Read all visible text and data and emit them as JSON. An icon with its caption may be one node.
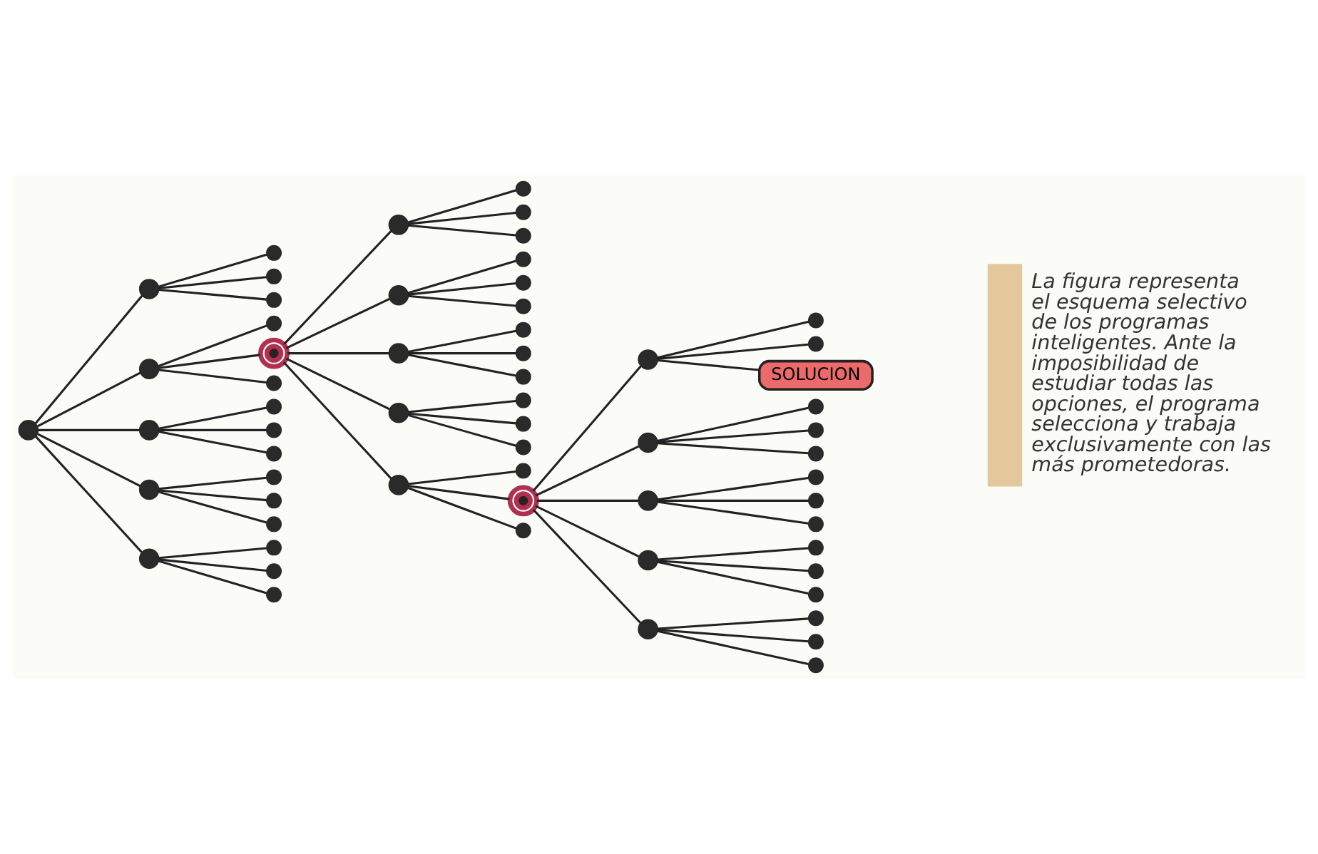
{
  "diagram": {
    "nodes": [
      {
        "text": [],
        "shape": "circle"
      },
      {
        "text": [],
        "shape": "circle"
      },
      {
        "text": [],
        "shape": "circle"
      },
      {
        "text": [],
        "shape": "circle"
      },
      {
        "text": [],
        "shape": "circle"
      },
      {
        "text": [],
        "shape": "circle"
      },
      {
        "text": [],
        "shape": "circle"
      },
      {
        "text": [],
        "shape": "circle"
      },
      {
        "text": [],
        "shape": "circle"
      },
      {
        "text": [],
        "shape": "circle"
      },
      {
        "text": [],
        "shape": "circle"
      },
      {
        "text": [],
        "shape": "circle"
      },
      {
        "text": [],
        "shape": "circle"
      },
      {
        "text": [],
        "shape": "circle"
      },
      {
        "text": [],
        "shape": "circle"
      },
      {
        "text": [],
        "shape": "circle"
      },
      {
        "text": [],
        "shape": "circle"
      },
      {
        "text": [],
        "shape": "circle"
      },
      {
        "text": [],
        "shape": "circle"
      },
      {
        "text": [],
        "shape": "circle"
      },
      {
        "text": [],
        "shape": "circle"
      },
      {
        "text": [],
        "shape": "circle"
      },
      {
        "text": [],
        "shape": "circle"
      },
      {
        "text": [],
        "shape": "circle"
      },
      {
        "text": [],
        "shape": "circle"
      },
      {
        "text": [],
        "shape": "circle"
      },
      {
        "text": [],
        "shape": "circle"
      },
      {
        "text": [],
        "shape": "circle"
      },
      {
        "text": [],
        "shape": "circle"
      },
      {
        "text": [],
        "shape": "circle"
      },
      {
        "text": [],
        "shape": "circle"
      },
      {
        "text": [],
        "shape": "circle"
      },
      {
        "text": [],
        "shape": "circle"
      },
      {
        "text": [],
        "shape": "circle"
      },
      {
        "text": [],
        "shape": "circle"
      },
      {
        "text": [],
        "shape": "circle"
      },
      {
        "text": [],
        "shape": "circle"
      },
      {
        "text": [],
        "shape": "circle"
      },
      {
        "text": [],
        "shape": "circle"
      },
      {
        "text": [],
        "shape": "circle"
      },
      {
        "text": [],
        "shape": "circle"
      },
      {
        "text": [],
        "shape": "circle"
      },
      {
        "text": [],
        "shape": "circle"
      },
      {
        "text": [],
        "shape": "circle"
      },
      {
        "text": [],
        "shape": "circle"
      },
      {
        "text": [],
        "shape": "circle"
      },
      {
        "text": [],
        "shape": "circle"
      },
      {
        "text": [],
        "shape": "circle"
      },
      {
        "text": [
          "SOLUCION"
        ]
      },
      {
        "text": [],
        "shape": "circle"
      },
      {
        "text": [],
        "shape": "circle"
      },
      {
        "text": [],
        "shape": "circle"
      },
      {
        "text": [],
        "shape": "circle"
      },
      {
        "text": [],
        "shape": "circle"
      },
      {
        "text": [],
        "shape": "circle"
      },
      {
        "text": [],
        "shape": "circle"
      },
      {
        "text": [],
        "shape": "circle"
      },
      {
        "text": [],
        "shape": "circle"
      },
      {
        "text": [],
        "shape": "circle"
      },
      {
        "text": [],
        "shape": "circle"
      },
      {
        "text": [],
        "shape": "circle"
      }
    ],
    "edges": [
      {
        "from": 0,
        "to": 1,
        "arrow": "none"
      },
      {
        "from": 0,
        "to": 2,
        "arrow": "none"
      },
      {
        "from": 0,
        "to": 3,
        "arrow": "none"
      },
      {
        "from": 0,
        "to": 4,
        "arrow": "none"
      },
      {
        "from": 0,
        "to": 5,
        "arrow": "none"
      },
      {
        "from": 1,
        "to": 6,
        "arrow": "none"
      },
      {
        "from": 1,
        "to": 7,
        "arrow": "none"
      },
      {
        "from": 1,
        "to": 8,
        "arrow": "none"
      },
      {
        "from": 2,
        "to": 9,
        "arrow": "none"
      },
      {
        "from": 2,
        "to": 10,
        "arrow": "none"
      },
      {
        "from": 2,
        "to": 11,
        "arrow": "none"
      },
      {
        "from": 3,
        "to": 12,
        "arrow": "none"
      },
      {
        "from": 3,
        "to": 13,
        "arrow": "none"
      },
      {
        "from": 3,
        "to": 14,
        "arrow": "none"
      },
      {
        "from": 4,
        "to": 15,
        "arrow": "none"
      },
      {
        "from": 4,
        "to": 16,
        "arrow": "none"
      },
      {
        "from": 4,
        "to": 17,
        "arrow": "none"
      },
      {
        "from": 5,
        "to": 18,
        "arrow": "none"
      },
      {
        "from": 5,
        "to": 19,
        "arrow": "none"
      },
      {
        "from": 5,
        "to": 20,
        "arrow": "none"
      },
      {
        "from": 10,
        "to": 21,
        "arrow": "none"
      },
      {
        "from": 10,
        "to": 22,
        "arrow": "none"
      },
      {
        "from": 10,
        "to": 23,
        "arrow": "none"
      },
      {
        "from": 10,
        "to": 24,
        "arrow": "none"
      },
      {
        "from": 10,
        "to": 25,
        "arrow": "none"
      },
      {
        "from": 21,
        "to": 26,
        "arrow": "none"
      },
      {
        "from": 21,
        "to": 27,
        "arrow": "none"
      },
      {
        "from": 21,
        "to": 28,
        "arrow": "none"
      },
      {
        "from": 22,
        "to": 29,
        "arrow": "none"
      },
      {
        "from": 22,
        "to": 30,
        "arrow": "none"
      },
      {
        "from": 22,
        "to": 31,
        "arrow": "none"
      },
      {
        "from": 23,
        "to": 32,
        "arrow": "none"
      },
      {
        "from": 23,
        "to": 33,
        "arrow": "none"
      },
      {
        "from": 23,
        "to": 34,
        "arrow": "none"
      },
      {
        "from": 24,
        "to": 35,
        "arrow": "none"
      },
      {
        "from": 24,
        "to": 36,
        "arrow": "none"
      },
      {
        "from": 24,
        "to": 37,
        "arrow": "none"
      },
      {
        "from": 25,
        "to": 38,
        "arrow": "none"
      },
      {
        "from": 25,
        "to": 39,
        "arrow": "none"
      },
      {
        "from": 25,
        "to": 40,
        "arrow": "none"
      },
      {
        "from": 39,
        "to": 41,
        "arrow": "none"
      },
      {
        "from": 39,
        "to": 42,
        "arrow": "none"
      },
      {
        "from": 39,
        "to": 43,
        "arrow": "none"
      },
      {
        "from": 39,
        "to": 44,
        "arrow": "none"
      },
      {
        "from": 39,
        "to": 45,
        "arrow": "none"
      },
      {
        "from": 41,
        "to": 46,
        "arrow": "none"
      },
      {
        "from": 41,
        "to": 47,
        "arrow": "none"
      },
      {
        "from": 41,
        "to": 48,
        "arrow": "none"
      },
      {
        "from": 42,
        "to": 49,
        "arrow": "none"
      },
      {
        "from": 42,
        "to": 50,
        "arrow": "none"
      },
      {
        "from": 42,
        "to": 51,
        "arrow": "none"
      },
      {
        "from": 43,
        "to": 52,
        "arrow": "none"
      },
      {
        "from": 43,
        "to": 53,
        "arrow": "none"
      },
      {
        "from": 43,
        "to": 54,
        "arrow": "none"
      },
      {
        "from": 44,
        "to": 55,
        "arrow": "none"
      },
      {
        "from": 44,
        "to": 56,
        "arrow": "none"
      },
      {
        "from": 44,
        "to": 57,
        "arrow": "none"
      },
      {
        "from": 45,
        "to": 58,
        "arrow": "none"
      },
      {
        "from": 45,
        "to": 59,
        "arrow": "none"
      },
      {
        "from": 45,
        "to": 60,
        "arrow": "none"
      }
    ],
    "labels": [
      "La figura representa el esquema selectivo de los programas inteligentes. Ante la imposibilidad de estudiar todas las opciones, el programa selecciona y trabaja exclusivamente con las más prometedoras."
    ]
  }
}
